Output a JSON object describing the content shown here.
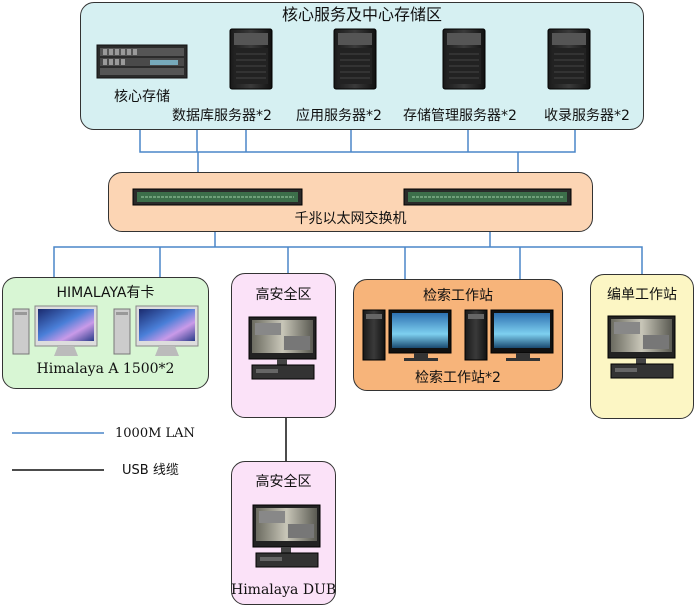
{
  "core": {
    "title": "核心服务及中心存储区",
    "storage_label": "核心存储",
    "servers": [
      {
        "label": "数据库服务器*2"
      },
      {
        "label": "应用服务器*2"
      },
      {
        "label": "存储管理服务器*2"
      },
      {
        "label": "收录服务器*2"
      }
    ]
  },
  "switch": {
    "label": "千兆以太网交换机"
  },
  "zones": {
    "himalaya_card": {
      "title": "HIMALAYA有卡",
      "caption": "Himalaya A 1500*2"
    },
    "secure_zone_1": {
      "title": "高安全区"
    },
    "search_station": {
      "title": "检索工作站",
      "caption": "检索工作站*2"
    },
    "edit_station": {
      "title": "编单工作站"
    },
    "secure_zone_2": {
      "title": "高安全区",
      "caption": "Himalaya DUB"
    }
  },
  "legend": [
    {
      "label": "1000M LAN",
      "color": "#4a86c8"
    },
    {
      "label": "USB 线缆",
      "color": "#111111"
    }
  ],
  "colors": {
    "core_fill": "#d6f0f2",
    "switch_fill": "#fcd5b4",
    "himalaya_fill": "#d8f6d4",
    "secure_fill": "#fbe2f8",
    "search_fill": "#f7b47a",
    "edit_fill": "#fcf6c4",
    "lan": "#4a86c8",
    "usb": "#111111"
  }
}
